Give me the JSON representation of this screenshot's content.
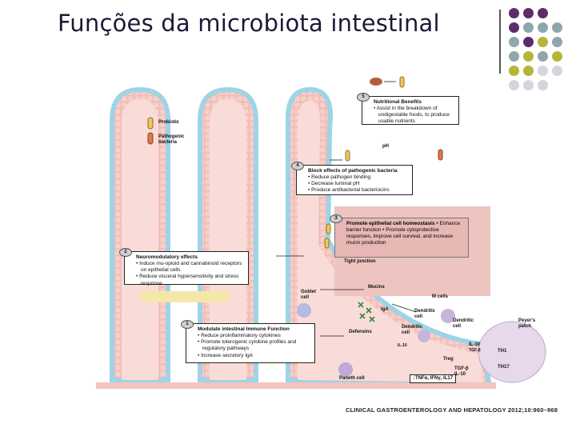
{
  "title": "Funções da microbiota intestinal",
  "colors": {
    "purple": "#5c2d6a",
    "gray_teal": "#8ea7ad",
    "olive": "#b5b53a",
    "light_gray": "#d5d5dc",
    "villus_pink": "#f5c9c4",
    "epithelium_blue": "#9fd3e6"
  },
  "legend": {
    "probiotic": "Probiotic",
    "pathogenic": "Pathogenic bacteria"
  },
  "boxes": {
    "b5": {
      "num": "5",
      "title": "Nutritional Benefits",
      "items": [
        "• Assist in the breakdown of undigestable foods, to produce usable nutrients"
      ]
    },
    "b4": {
      "num": "4",
      "title": "Block effects of pathogenic bacteria",
      "items": [
        "• Reduce pathogen binding",
        "• Decrease luminal pH",
        "• Produce antibacterial bacteriocins"
      ]
    },
    "b3": {
      "num": "3",
      "title": "Promote epithelial cell homeostasis",
      "items": [
        "• Enhance barrier function",
        "• Promote cytoprotective responses, improve cell survival, and increase mucin production"
      ]
    },
    "b2": {
      "num": "2",
      "title": "Neuromodulatory effects",
      "items": [
        "• Induce mu-opioid and cannabinoid receptors on epithelial cells",
        "• Reduce visceral hypersensitivity and stress response"
      ]
    },
    "b1": {
      "num": "1",
      "title": "Modulate intestinal Immune Function",
      "items": [
        "• Reduce proinflammatory cytokines",
        "• Promote tolerogenic cytokine profiles and regulatory pathways",
        "• Increase secretory IgA"
      ]
    }
  },
  "labels": {
    "ph": "pH",
    "tight_junction": "Tight junction",
    "goblet": "Goblet cell",
    "mucins": "Mucins",
    "iga": "IgA",
    "defensins": "Defensins",
    "paneth": "Paneth cell",
    "m_cells": "M cells",
    "dendritic1": "Dendritic cell",
    "dendritic2": "Dendritic cell",
    "dendritic3": "Dendritic cell",
    "peyers": "Peyer's patch",
    "il10_a": "IL-10",
    "tgfb": "TGF-β",
    "il10_b": "IL-10",
    "treg": "Treg",
    "th1": "TH1",
    "th17": "TH17",
    "tgfb_il10": "TGF-β IL-10",
    "cytokines": "↓TNFα, IFNγ, IL17"
  },
  "citation": "CLINICAL GASTROENTEROLOGY AND HEPATOLOGY 2012;10:960–968"
}
